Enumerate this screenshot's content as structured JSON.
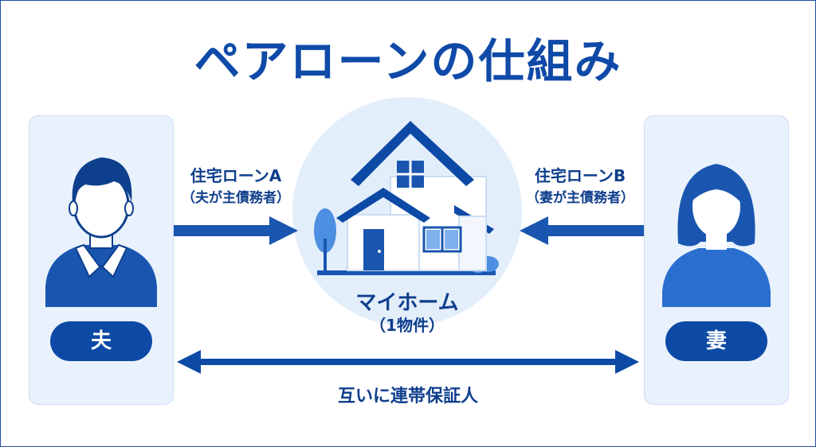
{
  "title": "ペアローンの仕組み",
  "husband": {
    "label": "夫"
  },
  "wife": {
    "label": "妻"
  },
  "loan_a": {
    "title": "住宅ローンA",
    "subtitle": "（夫が主債務者）"
  },
  "loan_b": {
    "title": "住宅ローンB",
    "subtitle": "（妻が主債務者）"
  },
  "home": {
    "label": "マイホーム",
    "subtitle": "（1物件）"
  },
  "relation": {
    "label": "互いに連帯保証人"
  },
  "colors": {
    "primary": "#0d4aa6",
    "accent": "#2a6fd0",
    "card_bg": "#e9f2fc",
    "circle_bg": "#e3eefb"
  }
}
